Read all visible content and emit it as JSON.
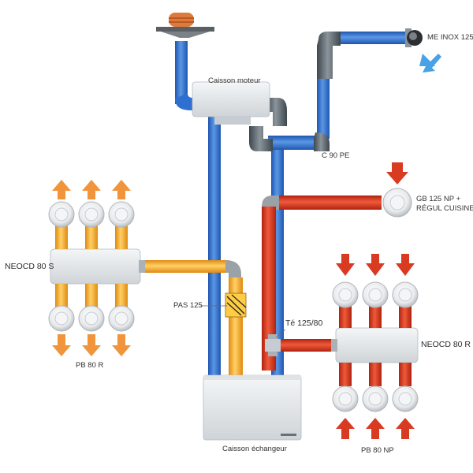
{
  "labels": {
    "caisson_moteur": "Caisson moteur",
    "me_inox": "ME INOX 125",
    "c90pe": "C 90 PE",
    "gb125_line1": "GB 125 NP +",
    "gb125_line2": "RÉGUL CUISINE",
    "neocd_s": "NEOCD 80 S",
    "pas125": "PAS 125",
    "te": "Té 125/80",
    "neocd_r": "NEOCD 80 R",
    "pb80r": "PB 80 R",
    "pb80np": "PB 80 NP",
    "caisson_echangeur": "Caisson échangeur"
  },
  "colors": {
    "blue_pipe": "#2f6fd0",
    "blue_light": "#6fb0ef",
    "red_pipe": "#d8321c",
    "orange_pipe": "#f2a31c",
    "grey_fitting": "#5f6970",
    "box": "#e4e7ea",
    "arrow_orange": "#f0953c",
    "arrow_red": "#d93a22",
    "arrow_blue": "#4aa2e6",
    "roof_cap": "#e07a3c"
  }
}
